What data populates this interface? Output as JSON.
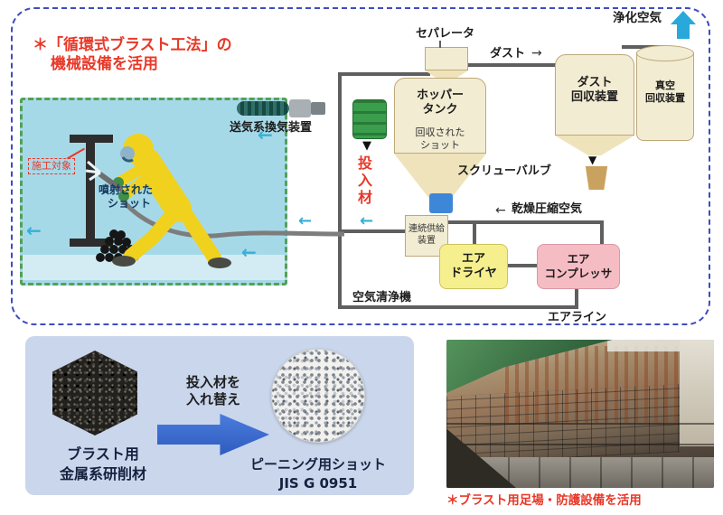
{
  "diagram": {
    "note": {
      "line1": "＊「循環式ブラスト工法」の",
      "line2": "機械設備を活用"
    },
    "scene": {
      "target_label": "施工対象",
      "sprayed_line1": "噴射された",
      "sprayed_line2": "ショット"
    },
    "ventilation_label": "送気系換気装置",
    "input_material_label": "投入材",
    "separator_label": "セパレータ",
    "hopper": {
      "line1": "ホッパー",
      "line2": "タンク",
      "sub1": "回収された",
      "sub2": "ショット"
    },
    "screw_valve_label": "スクリューバルブ",
    "feeder": {
      "line1": "連続供給",
      "line2": "装置"
    },
    "dust_label": "ダスト",
    "dust_collector": {
      "line1": "ダスト",
      "line2": "回収装置"
    },
    "vacuum": {
      "line1": "真空",
      "line2": "回収装置"
    },
    "purified_air_label": "浄化空気",
    "dry_air_label": "乾燥圧縮空気",
    "air_dryer": {
      "line1": "エア",
      "line2": "ドライヤ"
    },
    "air_compressor": {
      "line1": "エア",
      "line2": "コンプレッサ"
    },
    "air_purifier_label": "空気清浄機",
    "air_line_label": "エアライン"
  },
  "material_panel": {
    "arrow_line1": "投入材を",
    "arrow_line2": "入れ替え",
    "left_line1": "ブラスト用",
    "left_line2": "金属系研削材",
    "right_line1": "ピーニング用ショット",
    "right_line2": "JIS G 0951"
  },
  "photo_caption": "＊ブラスト用足場・防護設備を活用",
  "icons": {
    "left_arrow": "←",
    "right_arrow": "→",
    "down_arrow": "▼"
  },
  "colors": {
    "accent_red": "#e83828",
    "outer_dashed_blue": "#3f4cc0",
    "scene_bg": "#a6d9e8",
    "scene_border_green": "#55a055",
    "vessel_cream": "#f2ecd2",
    "valve_blue": "#3e87d8",
    "air_dryer_yellow": "#f5ef8e",
    "compressor_pink": "#f6bcc4",
    "flow_cyan": "#35b0d8",
    "canister_green": "#3a9e4d",
    "swap_arrow_blue": "#3a6bd0",
    "panel_bg": "#c9d6ec",
    "purified_air_blue": "#29a8dc"
  }
}
